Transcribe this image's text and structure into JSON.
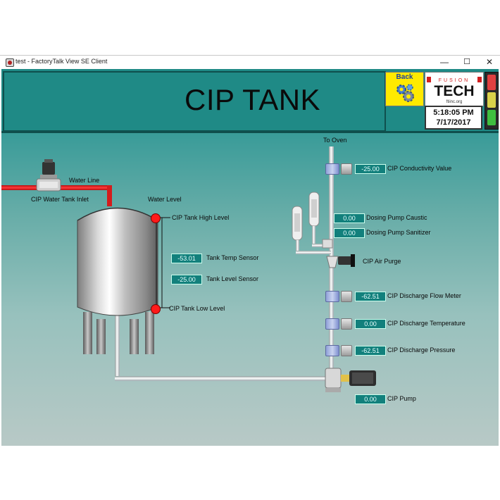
{
  "window": {
    "title": "test - FactoryTalk View SE Client",
    "minimize_glyph": "—",
    "maximize_glyph": "☐",
    "close_glyph": "✕"
  },
  "header": {
    "title": "CIP TANK",
    "back_label": "Back",
    "logo_small": "FUSION",
    "logo_big": "TECH",
    "logo_url": "ftiinc.org",
    "time": "5:18:05 PM",
    "date": "7/17/2017"
  },
  "tank": {
    "inlet_label": "CIP Water Tank Inlet",
    "water_line_label": "Water Line",
    "water_level_label": "Water Level",
    "high_level_label": "CIP Tank High Level",
    "low_level_label": "CIP Tank Low Level",
    "temp_value": "-53.01",
    "temp_label": "Tank Temp Sensor",
    "level_value": "-25.00",
    "level_label": "Tank Level Sensor"
  },
  "line": {
    "to_oven_label": "To Oven",
    "conductivity_value": "-25.00",
    "conductivity_label": "CIP Conductivity Value",
    "caustic_value": "0.00",
    "caustic_label": "Dosing Pump Caustic",
    "sanitizer_value": "0.00",
    "sanitizer_label": "Dosing Pump Sanitizer",
    "air_purge_label": "CIP Air Purge",
    "flow_value": "-62.51",
    "flow_label": "CIP Discharge Flow Meter",
    "temp_value": "0.00",
    "temp_label": "CIP Discharge Temperature",
    "pressure_value": "-62.51",
    "pressure_label": "CIP Discharge Pressure",
    "pump_value": "0.00",
    "pump_label": "CIP Pump"
  },
  "colors": {
    "background_top": "#1a8d8a",
    "background_bottom": "#b8c9c6",
    "value_box": "#12807c",
    "water_line": "#e21b1b",
    "level_lamp": "#ff1a1a",
    "back_button": "#ffea00"
  }
}
